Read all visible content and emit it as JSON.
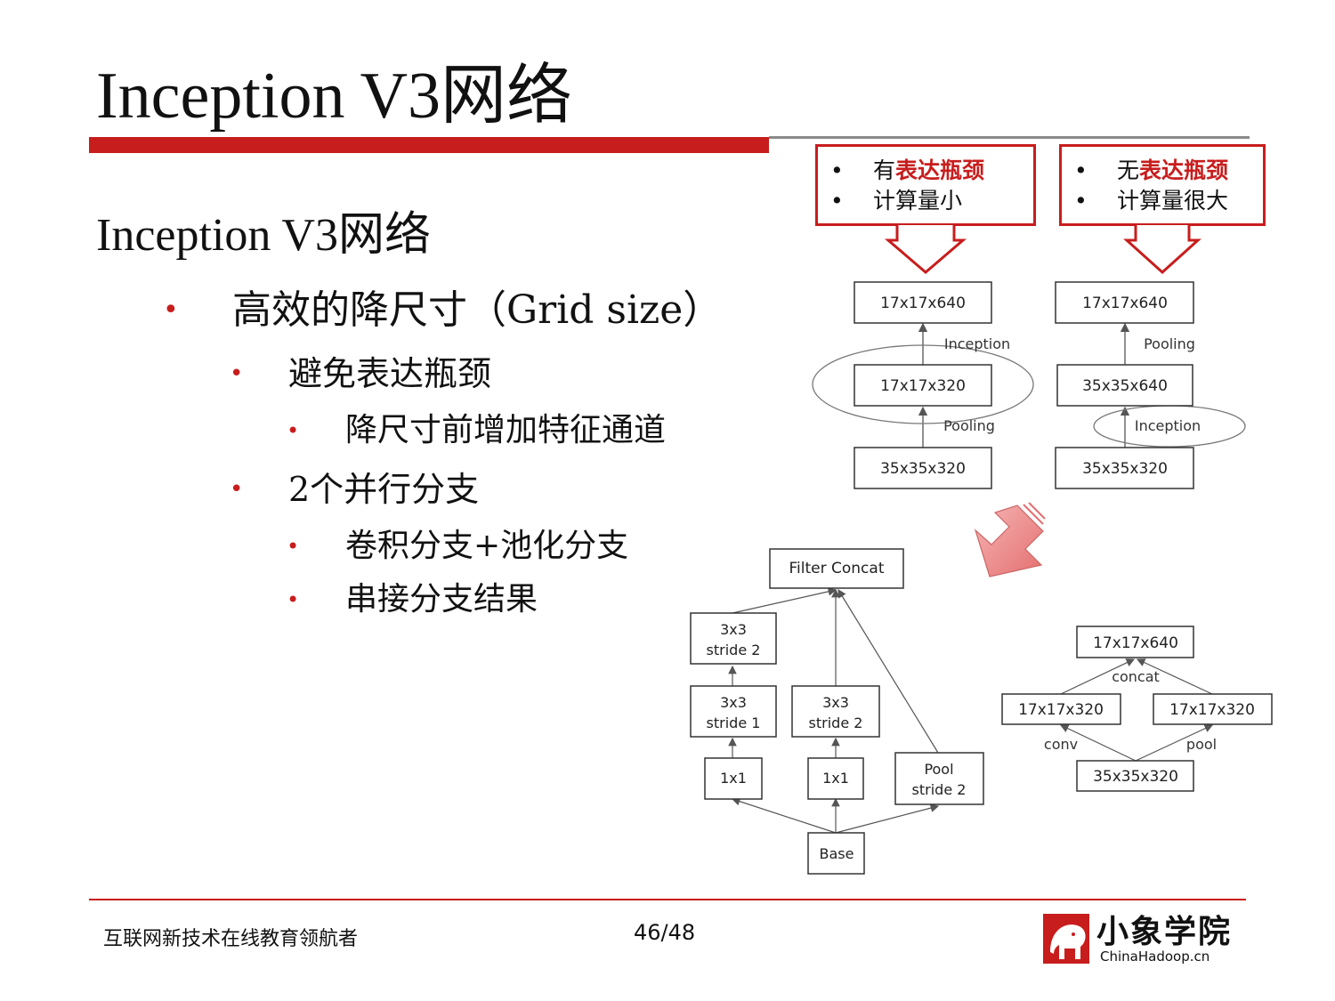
{
  "slide": {
    "title": "Inception V3网络",
    "subtitle": "Inception V3网络",
    "bullets": {
      "b1": "高效的降尺寸（Grid size）",
      "b1_1": "避免表达瓶颈",
      "b1_1_1": "降尺寸前增加特征通道",
      "b1_2": "2个并行分支",
      "b1_2_1": "卷积分支+池化分支",
      "b1_2_2": "串接分支结果"
    },
    "bullet_glyph": "•"
  },
  "callouts": {
    "left": {
      "line1_prefix": "有",
      "line1_highlight": "表达瓶颈",
      "line2": "计算量小"
    },
    "right": {
      "line1_prefix": "无",
      "line1_highlight": "表达瓶颈",
      "line2": "计算量很大"
    }
  },
  "diagrams": {
    "left_stack": {
      "top": "17x17x640",
      "middle": "17x17x320",
      "bottom": "35x35x320",
      "edge_top": "Inception",
      "edge_bottom": "Pooling"
    },
    "right_stack": {
      "top": "17x17x640",
      "middle": "35x35x640",
      "bottom": "35x35x320",
      "edge_top": "Pooling",
      "edge_bottom": "Inception"
    },
    "branch_net": {
      "concat": "Filter Concat",
      "a1": "3x3",
      "a2": "stride 2",
      "b1": "3x3",
      "b2": "stride 1",
      "c1": "3x3",
      "c2": "stride 2",
      "d": "1x1",
      "e": "1x1",
      "p1": "Pool",
      "p2": "stride 2",
      "base": "Base"
    },
    "small_net": {
      "top": "17x17x640",
      "concat": "concat",
      "left": "17x17x320",
      "right": "17x17x320",
      "conv": "conv",
      "pool": "pool",
      "bottom": "35x35x320"
    }
  },
  "colors": {
    "accent": "#c81d1d",
    "box_border": "#333333",
    "text": "#111111"
  },
  "footer": {
    "left": "互联网新技术在线教育领航者",
    "page": "46/48",
    "logo_cn": "小象学院",
    "logo_en": "ChinaHadoop.cn"
  }
}
